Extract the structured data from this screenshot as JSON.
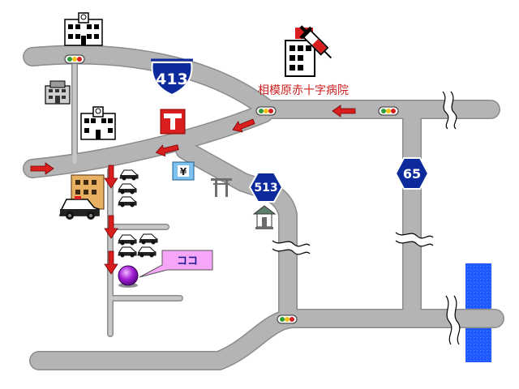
{
  "map": {
    "hospital_label": "相模原赤十字病院",
    "destination_callout": "ココ",
    "route_shields": [
      {
        "number": "413",
        "shape": "shield-icon"
      },
      {
        "number": "513",
        "shape": "hexagon-icon"
      },
      {
        "number": "65",
        "shape": "hexagon-icon"
      }
    ]
  },
  "colors": {
    "road": "#b4b4b4",
    "road_outline": "#8c8c8c",
    "river": "#1e5aff",
    "shield": "#0d2a9c",
    "arrow": "#d81e1e",
    "callout_bg": "#f6a6f8",
    "marker": "#9a1ccc"
  },
  "icons": [
    "school-icon",
    "office-building-icon",
    "hospital-icon",
    "post-office-icon",
    "bank-icon",
    "shrine-gate-icon",
    "temple-icon",
    "police-station-icon",
    "police-car-icon",
    "traffic-light-icon",
    "map-marker-icon"
  ]
}
